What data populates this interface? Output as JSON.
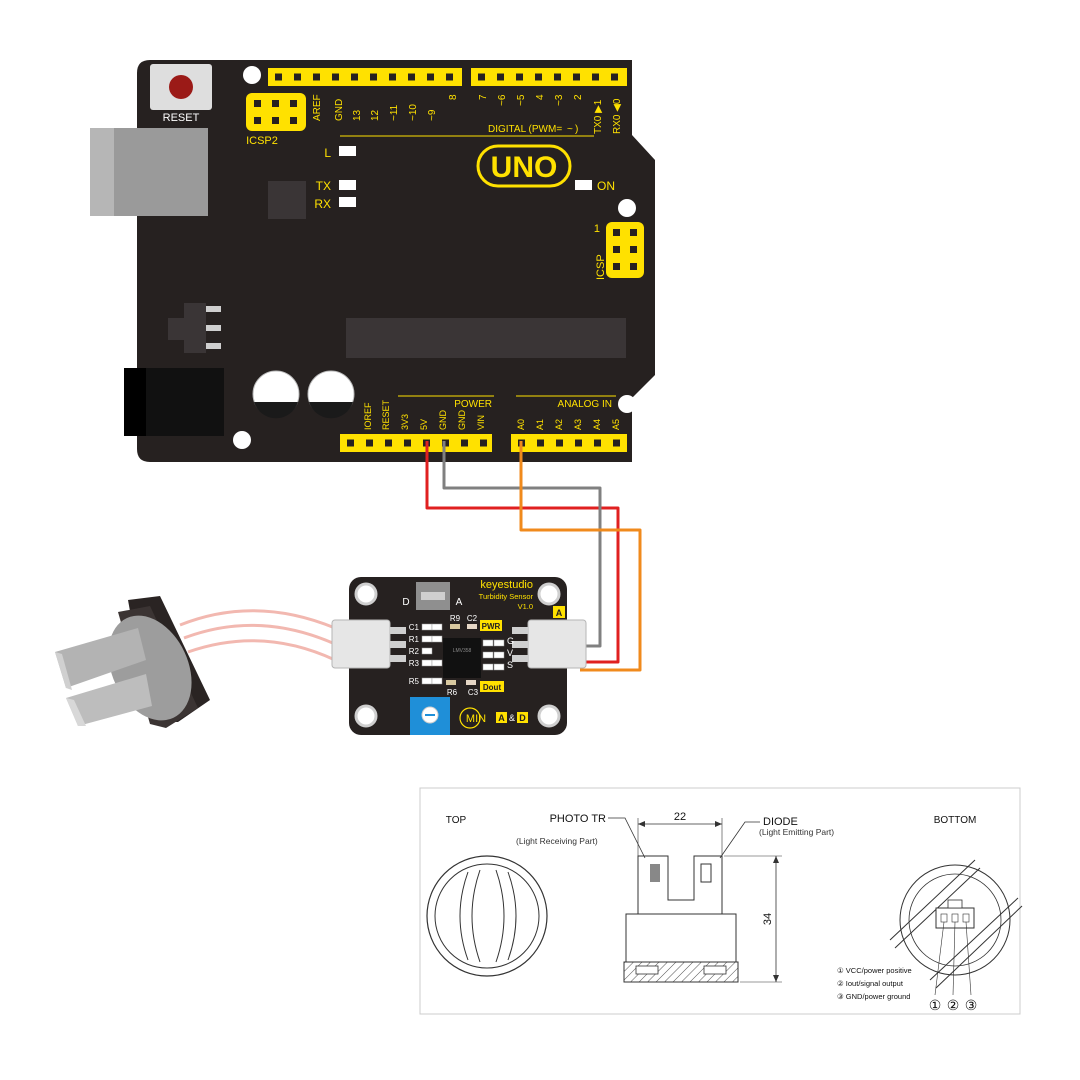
{
  "arduino": {
    "reset_label": "RESET",
    "icsp2_label": "ICSP2",
    "icsp_label": "ICSP",
    "icsp_pin1": "1",
    "top_pins_left": [
      "AREF",
      "GND",
      "13",
      "12",
      "~11",
      "~10",
      "~9",
      "8"
    ],
    "top_pins_right": [
      "7",
      "~6",
      "~5",
      "4",
      "~3",
      "2",
      "TX0 ▶1",
      "RX0 ◀0"
    ],
    "digital_label": "DIGITAL  (PWM=",
    "pwm_symbol": "~",
    "pwm_close": ")",
    "led_l": "L",
    "led_tx": "TX",
    "led_rx": "RX",
    "led_on": "ON",
    "board_name": "UNO",
    "power_label": "POWER",
    "analog_label": "ANALOG  IN",
    "power_pins": [
      "IOREF",
      "RESET",
      "3V3",
      "5V",
      "GND",
      "GND",
      "VIN"
    ],
    "analog_pins": [
      "A0",
      "A1",
      "A2",
      "A3",
      "A4",
      "A5"
    ]
  },
  "module": {
    "brand": "keyestudio",
    "name": "Turbidity Sensor",
    "version": "V1.0",
    "switch_d": "D",
    "switch_a": "A",
    "corner_a": "A",
    "pwr_label": "PWR",
    "dout_label": "Dout",
    "left_components": [
      "C1",
      "R1",
      "R2",
      "R3",
      "R5"
    ],
    "top_components": [
      "R9",
      "C2"
    ],
    "bottom_components": [
      "R6",
      "C3"
    ],
    "right_pins": [
      "G",
      "V",
      "S"
    ],
    "chip_text": "LMV358",
    "min_label": "MIN",
    "mode_a": "A",
    "mode_amp": "&",
    "mode_d": "D"
  },
  "drawing": {
    "top_view": "TOP",
    "bottom_view": "BOTTOM",
    "photo_tr": "PHOTO TR",
    "photo_tr_note": "(Light  Receiving  Part)",
    "diode": "DIODE",
    "diode_note": "(Light  Emitting  Part)",
    "dim_width": "22",
    "dim_height": "34",
    "pin_legend": [
      "① VCC/power positive",
      "② Iout/signal output",
      "③ GND/power ground"
    ],
    "pin_numbers": [
      "①",
      "②",
      "③"
    ]
  },
  "colors": {
    "board": "#262120",
    "header": "#ffe100",
    "silk": "#ffe100",
    "wire_red": "#e02020",
    "wire_gray": "#808080",
    "wire_orange": "#f08a1c",
    "pot_blue": "#1f8fd8"
  }
}
